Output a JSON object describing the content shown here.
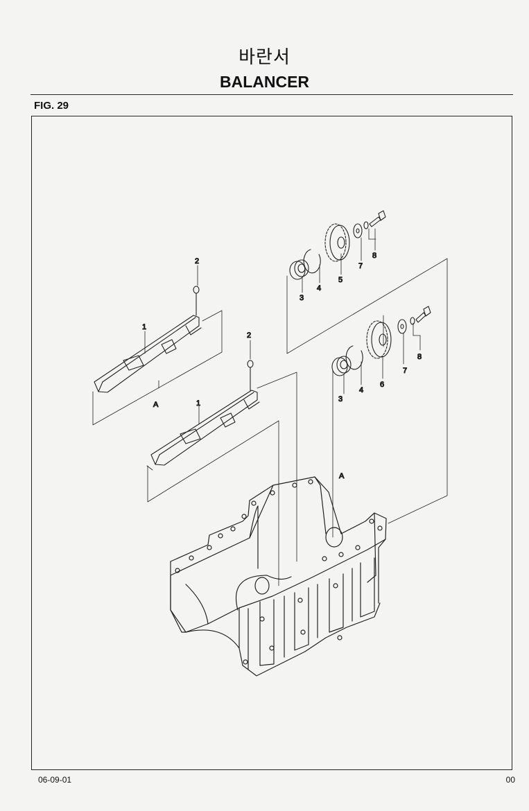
{
  "header": {
    "title_ko": "바란서",
    "title_en": "BALANCER",
    "figure": "FIG. 29"
  },
  "callouts": {
    "c1a": "1",
    "c1b": "1",
    "c2a": "2",
    "c2b": "2",
    "c3a": "3",
    "c3b": "3",
    "c4a": "4",
    "c4b": "4",
    "c5": "5",
    "c6": "6",
    "c7a": "7",
    "c7b": "7",
    "c8a": "8",
    "c8b": "8",
    "refA1": "A",
    "refA2": "A"
  },
  "footer": {
    "date": "06-09-01",
    "page": "00"
  }
}
